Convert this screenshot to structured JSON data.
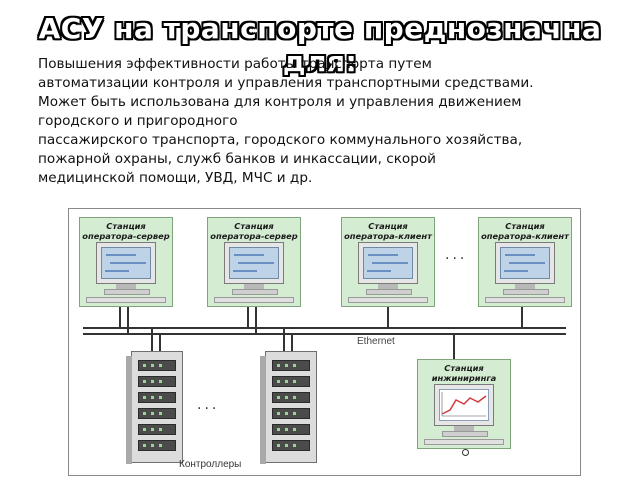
{
  "title": "АСУ на транспорте преднозначна для:",
  "description_lines": [
    "Повышения эффективности работы транспорта путем",
    "автоматизации контроля и управления транспортными средствами.",
    "Может быть использована для контроля и управления движением",
    "городского и пригородного",
    "пассажирского транспорта, городского коммунального хозяйства,",
    "пожарной охраны, служб банков и инкассации, скорой",
    "медицинской помощи, УВД, МЧС и др."
  ],
  "diagram": {
    "stations": [
      {
        "line1": "Станция",
        "line2": "оператора-сервер"
      },
      {
        "line1": "Станция",
        "line2": "оператора-сервер"
      },
      {
        "line1": "Станция",
        "line2": "оператора-клиент"
      },
      {
        "line1": "Станция",
        "line2": "оператора-клиент"
      }
    ],
    "ellipsis_top": "...",
    "ellipsis_bottom": "...",
    "network_label": "Ethernet",
    "engineering_station": {
      "line1": "Станция",
      "line2": "инжиниринга"
    },
    "controllers_label": "Контроллеры"
  }
}
